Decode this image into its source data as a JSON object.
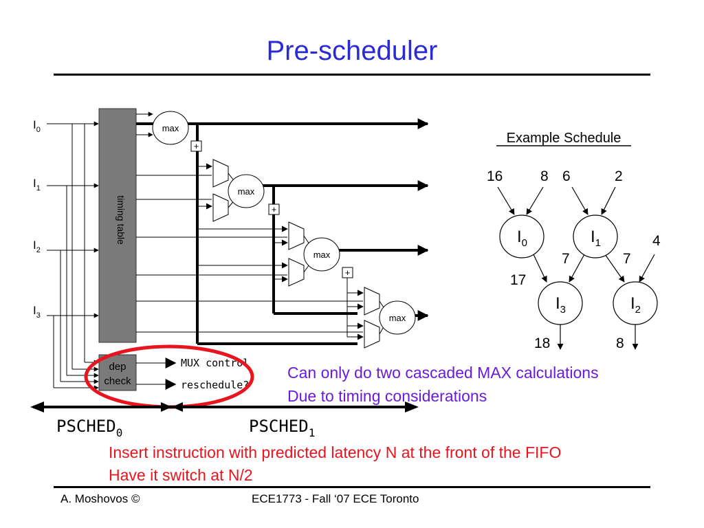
{
  "slide": {
    "title": "Pre-scheduler",
    "note_purple": [
      "Can only do two cascaded MAX calculations",
      "Due to timing considerations"
    ],
    "note_red": [
      "Insert instruction with predicted latency N at the front of the FIFO",
      "Have it switch at N/2"
    ],
    "footer_left": "A. Moshovos ©",
    "footer_center": "ECE1773 - Fall ‘07 ECE Toronto"
  },
  "diagram": {
    "inputs": [
      {
        "main": "I",
        "sub": "0"
      },
      {
        "main": "I",
        "sub": "1"
      },
      {
        "main": "I",
        "sub": "2"
      },
      {
        "main": "I",
        "sub": "3"
      }
    ],
    "timing_table_label": "timing table",
    "dep_check_label": [
      "dep",
      "check"
    ],
    "outputs": [
      "MUX control",
      "reschedule?"
    ],
    "max_label": "max",
    "plus_label": "+",
    "psched": [
      {
        "main": "PSCHED",
        "sub": "0"
      },
      {
        "main": "PSCHED",
        "sub": "1"
      }
    ]
  },
  "example": {
    "title": "Example Schedule",
    "nodes": [
      {
        "main": "I",
        "sub": "0"
      },
      {
        "main": "I",
        "sub": "1"
      },
      {
        "main": "I",
        "sub": "3"
      },
      {
        "main": "I",
        "sub": "2"
      }
    ],
    "labels": {
      "n16": "16",
      "n8a": "8",
      "n6": "6",
      "n2": "2",
      "n7a": "7",
      "n7b": "7",
      "n4": "4",
      "n17": "17",
      "n18": "18",
      "n8b": "8"
    }
  }
}
